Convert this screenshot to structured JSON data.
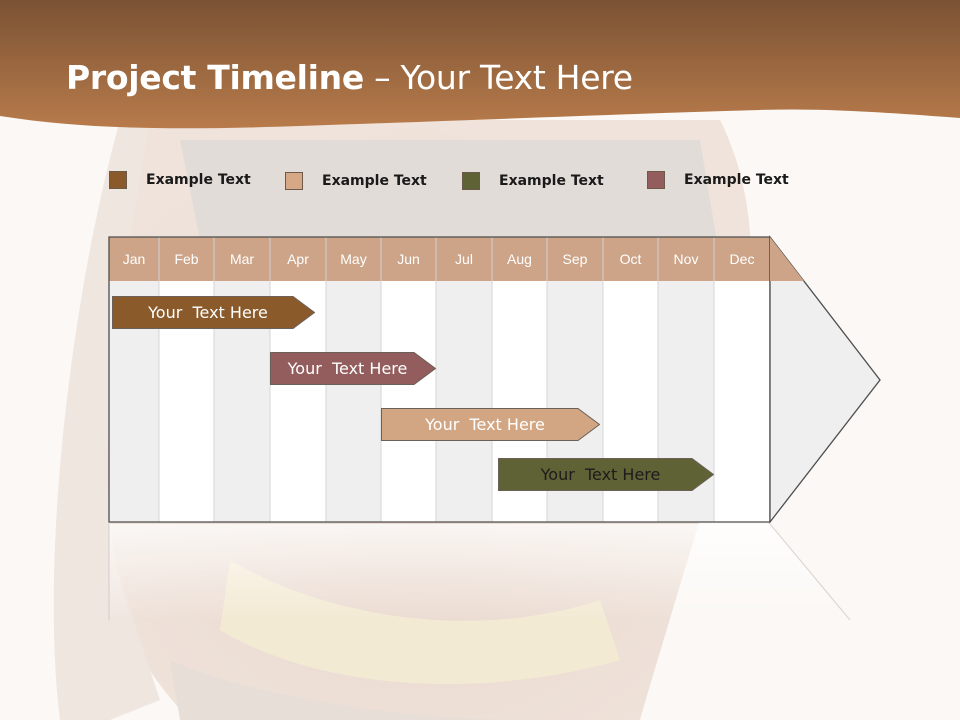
{
  "slide": {
    "title_bold": "Project Timeline",
    "title_rest": " – Your Text Here"
  },
  "colors": {
    "header_brown": "#a86f45",
    "month_bar": "#cda487",
    "task1": "#8b5a2b",
    "task2": "#925d5c",
    "task3": "#d2a683",
    "task4": "#5f6234"
  },
  "legend": [
    {
      "label": "Example Text",
      "color": "#8b5a2b"
    },
    {
      "label": "Example Text",
      "color": "#d6a886"
    },
    {
      "label": "Example Text",
      "color": "#5f6234"
    },
    {
      "label": "Example Text",
      "color": "#925d5c"
    }
  ],
  "months": [
    "Jan",
    "Feb",
    "Mar",
    "Apr",
    "May",
    "Jun",
    "Jul",
    "Aug",
    "Sep",
    "Oct",
    "Nov",
    "Dec"
  ],
  "tasks": [
    {
      "label": "Your  Text Here",
      "start_month": 1,
      "end_month": 4.8
    },
    {
      "label": "Your  Text Here",
      "start_month": 3.95,
      "end_month": 7.0
    },
    {
      "label": "Your  Text Here",
      "start_month": 5.95,
      "end_month": 9.95
    },
    {
      "label": "Your  Text Here",
      "start_month": 8.05,
      "end_month": 12.0
    }
  ]
}
